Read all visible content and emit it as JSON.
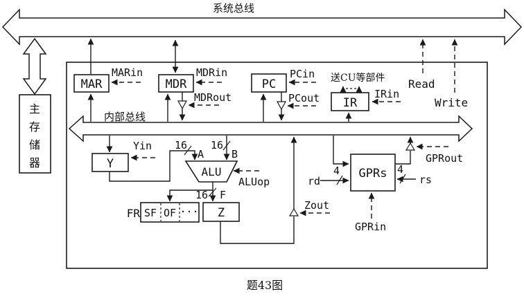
{
  "buses": {
    "system": "系统总线",
    "internal": "内部总线"
  },
  "main_memory": {
    "chars": [
      "主",
      "存",
      "储",
      "器"
    ]
  },
  "blocks": {
    "mar": "MAR",
    "mdr": "MDR",
    "pc": "PC",
    "ir": "IR",
    "y": "Y",
    "z": "Z",
    "alu": "ALU",
    "gprs": "GPRs",
    "fr": "FR",
    "flag_sf": "SF",
    "flag_of": "OF",
    "flag_more": "···"
  },
  "signals": {
    "mar_in": "MARin",
    "mdr_in": "MDRin",
    "mdr_out": "MDRout",
    "pc_in": "PCin",
    "pc_out": "PCout",
    "ir_in": "IRin",
    "to_cu": "送CU等部件",
    "read": "Read",
    "write": "Write",
    "y_in": "Yin",
    "alu_op": "ALUop",
    "z_out": "Zout",
    "gpr_out": "GPRout",
    "gpr_in": "GPRin",
    "rd": "rd",
    "rs": "rs"
  },
  "ports": {
    "a": "A",
    "b": "B",
    "f": "F"
  },
  "bus_widths": {
    "data": "16",
    "reg": "4"
  },
  "caption": "题43图"
}
